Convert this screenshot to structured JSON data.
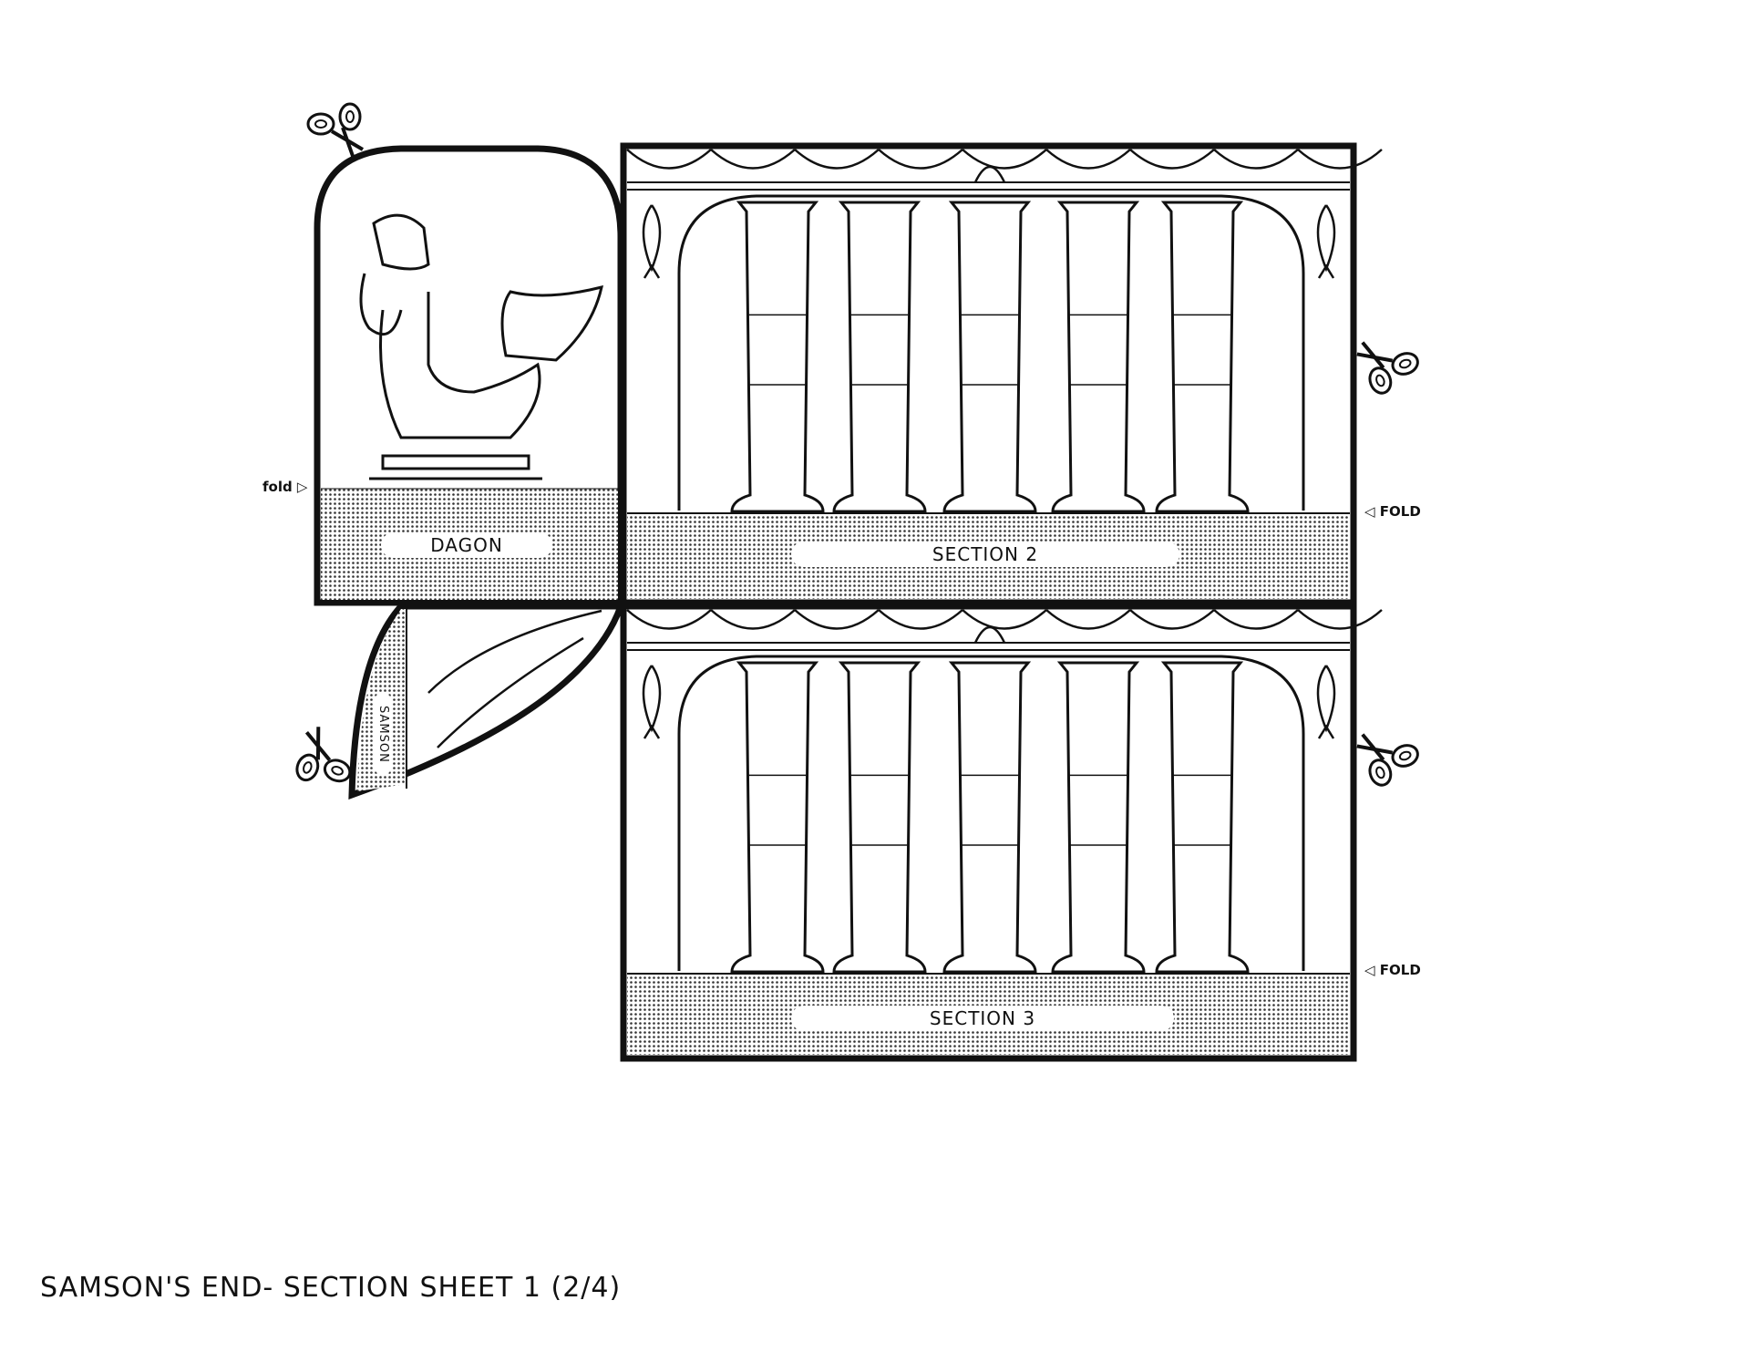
{
  "panels": {
    "dagon_label": "DAGON",
    "samson_label": "SAMSON",
    "section2_label": "SECTION 2",
    "section3_label": "SECTION 3"
  },
  "fold_marks": {
    "left": "fold ▷",
    "right_top": "◁ FOLD",
    "right_bottom": "◁ FOLD"
  },
  "footer": {
    "title": "SAMSON'S END- SECTION SHEET 1 (2/4)"
  },
  "icons": [
    "scissors-icon",
    "fish-icon",
    "column-icon",
    "shell-icon"
  ]
}
